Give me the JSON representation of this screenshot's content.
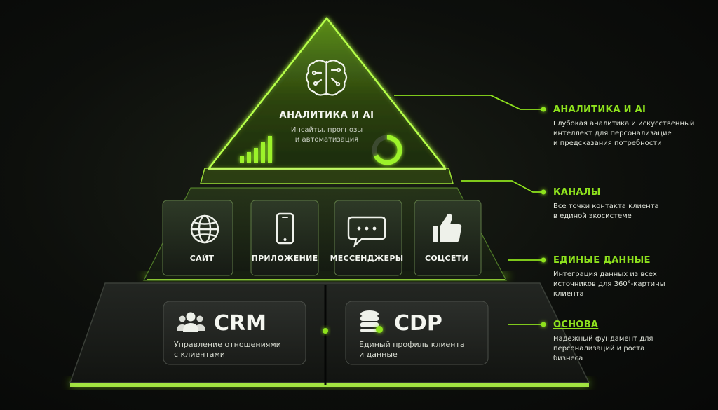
{
  "top_tier": {
    "title": "АНАЛИТИКА И AI",
    "subtitle_lines": [
      "Инсайты, прогнозы",
      "и автоматизация"
    ],
    "icon": "brain-circuit-icon"
  },
  "channels": [
    {
      "label": "САЙТ",
      "icon": "globe-icon"
    },
    {
      "label": "ПРИЛОЖЕНИЕ",
      "icon": "smartphone-icon"
    },
    {
      "label": "МЕССЕНДЖЕРЫ",
      "icon": "chat-bubble-icon"
    },
    {
      "label": "СОЦСЕТИ",
      "icon": "thumbs-up-icon"
    }
  ],
  "foundation": [
    {
      "title": "CRM",
      "desc_lines": [
        "Управление отношениями",
        "с клиентами"
      ],
      "icon": "users-icon"
    },
    {
      "title": "CDP",
      "desc_lines": [
        "Единый профиль клиента",
        "и данные"
      ],
      "icon": "database-icon"
    }
  ],
  "labels": [
    {
      "heading": "АНАЛИТИКА И AI",
      "lines": [
        "Глубокая аналитика и искусственный",
        "интеллект для персонализацие",
        "и предсказания потребности"
      ]
    },
    {
      "heading": "КАНАЛЫ",
      "lines": [
        "Все точки контакта клиента",
        "в единой экосистеме"
      ]
    },
    {
      "heading": "ЕДИНЫЕ ДАННЫЕ",
      "lines": [
        "Интеграция данных из всех",
        "источников для 360°-картины",
        "клиента"
      ]
    },
    {
      "heading": "ОСНОВА",
      "lines": [
        "Надежный фундамент для",
        "персонализаций и роста",
        "бизнеса"
      ]
    }
  ],
  "colors": {
    "accent": "#8ee21d",
    "panel": "#1a1d19",
    "background": "#0d0f0c"
  }
}
